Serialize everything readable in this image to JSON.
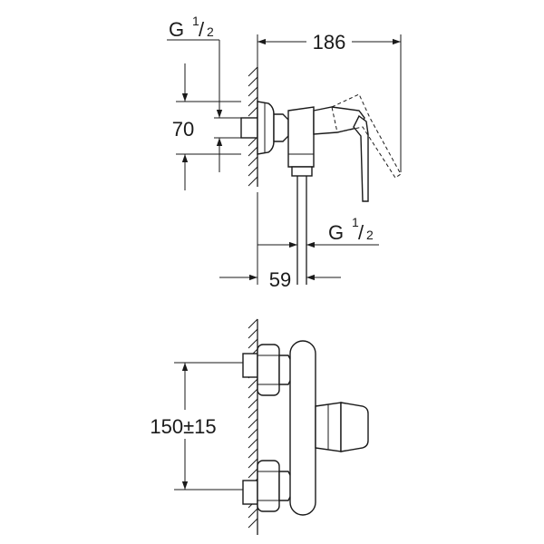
{
  "side_view": {
    "width_dim": "186",
    "height_dim": "70",
    "depth_dim": "59",
    "inlet_thread": {
      "letter": "G",
      "num": "1",
      "den": "2"
    },
    "outlet_thread": {
      "letter": "G",
      "num": "1",
      "den": "2"
    }
  },
  "front_view": {
    "spacing_dim": "150±15"
  }
}
